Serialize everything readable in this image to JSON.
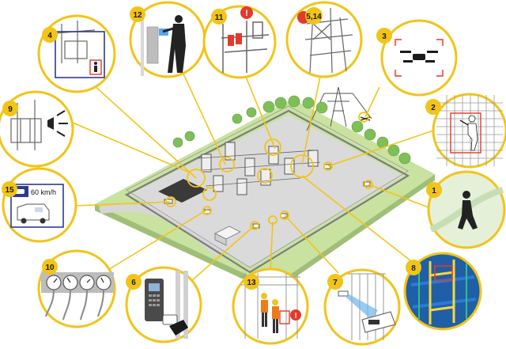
{
  "colors": {
    "accent": "#f2c417",
    "ground": "#c9e2a0",
    "gravel": "#d6d6d6",
    "fence": "#7d7d7d",
    "tree": "#7fbf58",
    "frame": "#2d3b8c",
    "alert": "#e23a2a",
    "thermal_a": "#2a7bd6",
    "thermal_b": "#f5d83a"
  },
  "callouts": [
    {
      "id": "c12",
      "label": "12",
      "icon": "guard-with-camera-icon"
    },
    {
      "id": "c11",
      "label": "11",
      "icon": "transformer-alert-icon"
    },
    {
      "id": "c514",
      "label": "5,14",
      "icon": "switchyard-tower-icon"
    },
    {
      "id": "c4",
      "label": "4",
      "icon": "transformer-detection-frame-icon"
    },
    {
      "id": "c3",
      "label": "3",
      "icon": "drone-icon"
    },
    {
      "id": "c9",
      "label": "9",
      "icon": "transformer-speaker-icon"
    },
    {
      "id": "c2",
      "label": "2",
      "icon": "fence-climber-icon"
    },
    {
      "id": "c15",
      "label": "15",
      "icon": "van-speed-icon",
      "speed": "60 km/h"
    },
    {
      "id": "c1",
      "label": "1",
      "icon": "walking-person-icon"
    },
    {
      "id": "c10",
      "label": "10",
      "icon": "gauges-icon"
    },
    {
      "id": "c6",
      "label": "6",
      "icon": "access-control-reader-icon"
    },
    {
      "id": "c13",
      "label": "13",
      "icon": "workers-alert-icon"
    },
    {
      "id": "c7",
      "label": "7",
      "icon": "camera-gate-icon"
    },
    {
      "id": "c8",
      "label": "8",
      "icon": "thermal-structure-icon"
    }
  ]
}
